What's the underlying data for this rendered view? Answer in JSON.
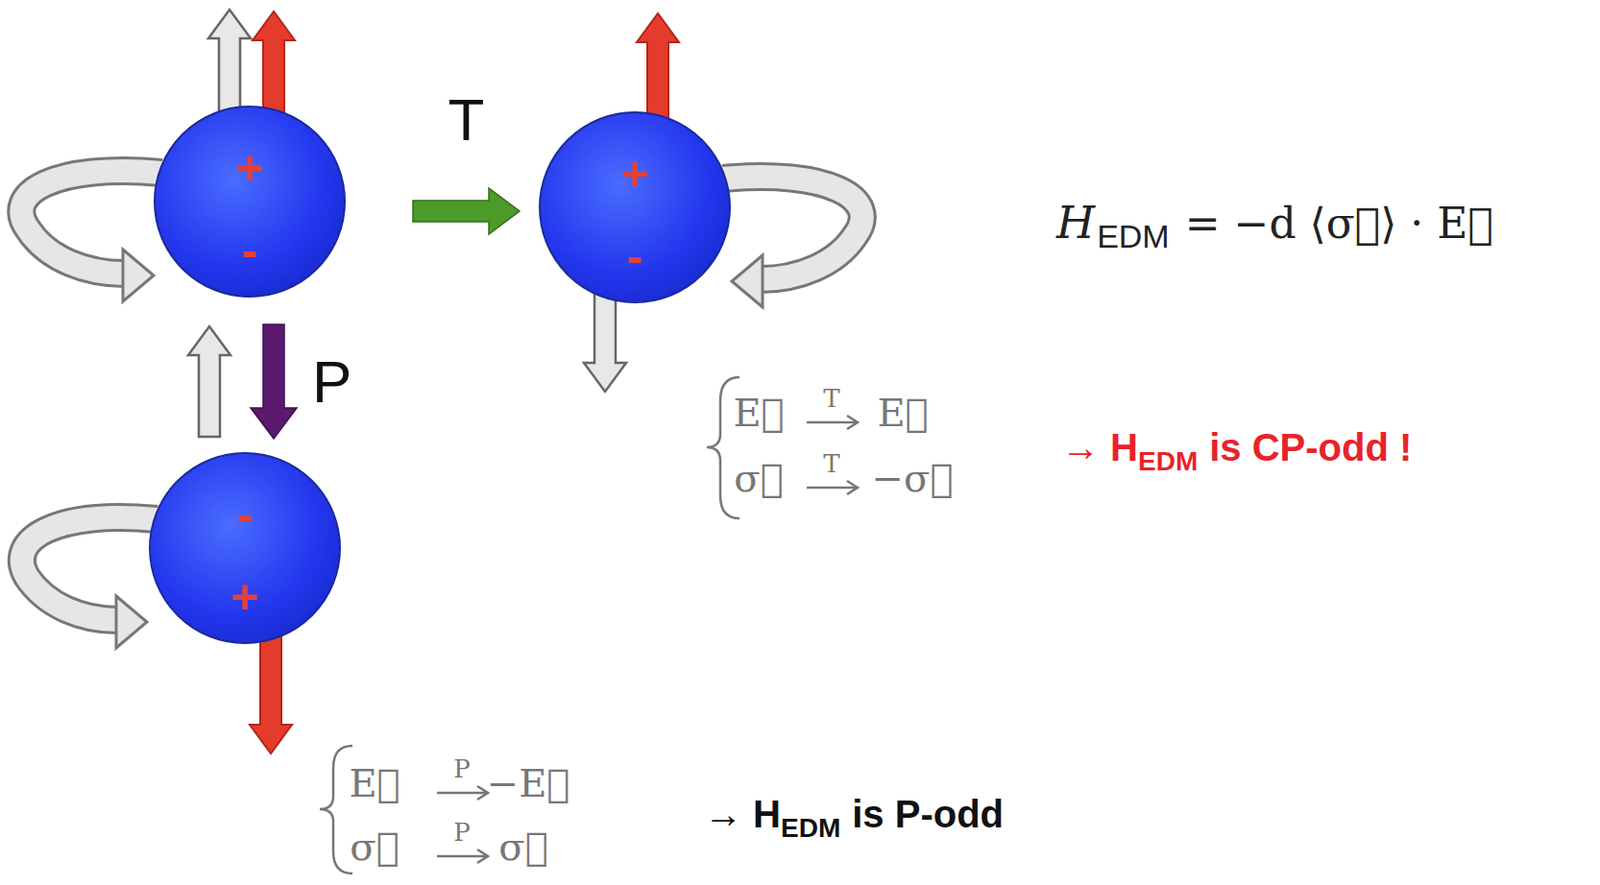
{
  "diagram": {
    "nodes": [
      {
        "text": [
          "+",
          "-"
        ]
      },
      {
        "text": [
          "+",
          "-"
        ]
      },
      {
        "text": [
          "-",
          "+"
        ]
      }
    ],
    "edges": [
      {
        "from": 0,
        "to": 1,
        "label": "T",
        "arrow": "to"
      },
      {
        "from": 0,
        "to": 2,
        "label": "P",
        "arrow": "to"
      }
    ],
    "labels": [
      "H",
      "EDM",
      "= −d ⟨σ⃗⟩ · E⃗",
      "E⃗",
      "T",
      "E⃗",
      "σ⃗",
      "T",
      "−σ⃗",
      "→ H",
      "EDM",
      "is CP-odd !",
      "E⃗",
      "P",
      "−E⃗",
      "σ⃗",
      "P",
      "σ⃗",
      "→ H",
      "EDM",
      "is P-odd"
    ]
  }
}
